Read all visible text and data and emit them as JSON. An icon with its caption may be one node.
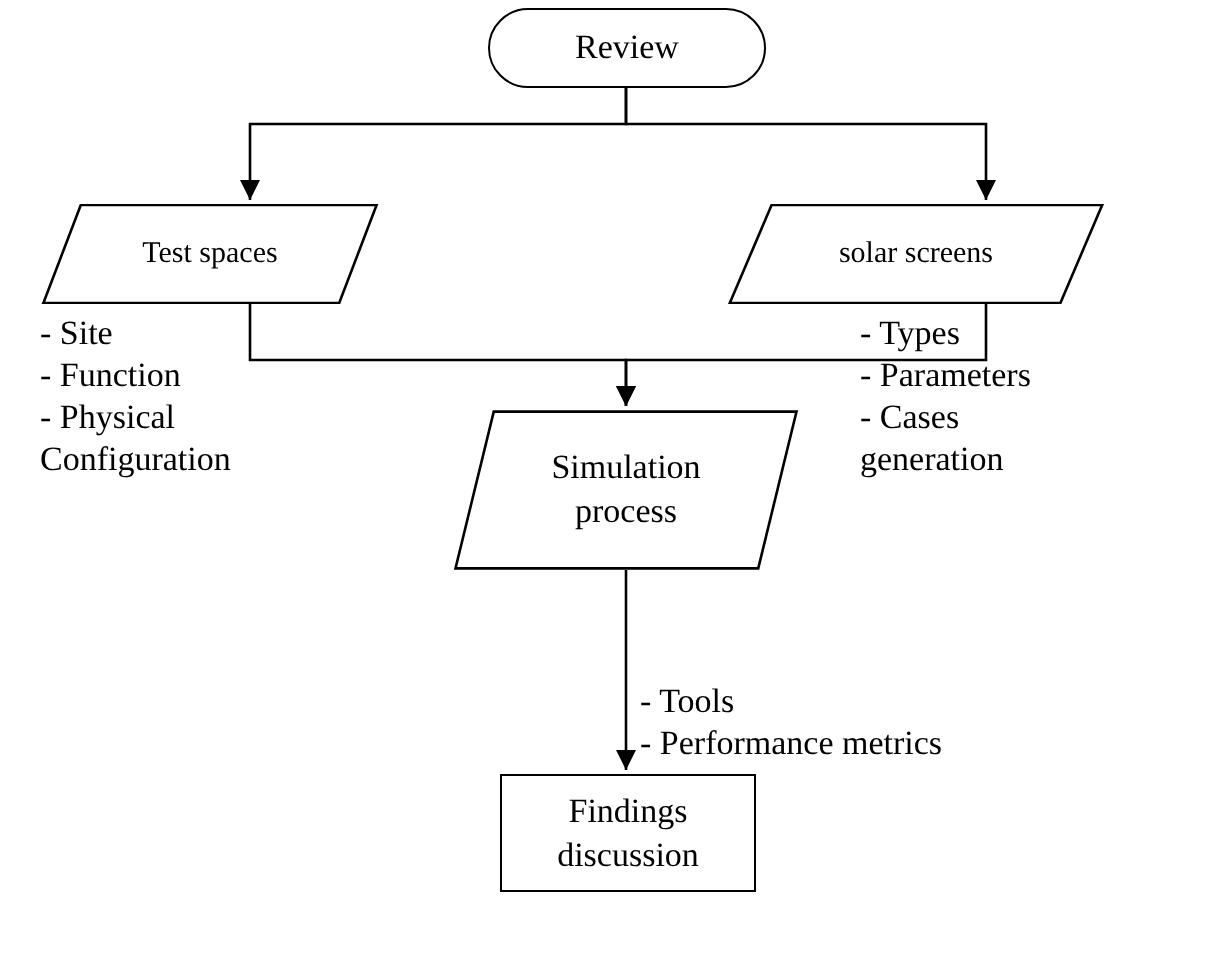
{
  "diagram": {
    "nodes": [
      {
        "text": [
          "Review"
        ]
      },
      {
        "text": [
          "Test spaces"
        ],
        "beside": [
          "- Site",
          "- Function",
          "- Physical Configuration"
        ]
      },
      {
        "text": [
          "solar screens"
        ],
        "beside": [
          "- Types",
          "- Parameters",
          "- Cases generation"
        ]
      },
      {
        "text": [
          "Simulation process"
        ],
        "beside": [
          "- Tools",
          "- Performance metrics"
        ]
      },
      {
        "text": [
          "Findings discussion"
        ]
      }
    ],
    "edges": [
      {
        "from": 0,
        "to": 1,
        "arrow": "to"
      },
      {
        "from": 0,
        "to": 2,
        "arrow": "to"
      },
      {
        "from": 1,
        "to": 3,
        "arrow": "to"
      },
      {
        "from": 2,
        "to": 3,
        "arrow": "to"
      },
      {
        "from": 3,
        "to": 4,
        "arrow": "to"
      }
    ]
  }
}
